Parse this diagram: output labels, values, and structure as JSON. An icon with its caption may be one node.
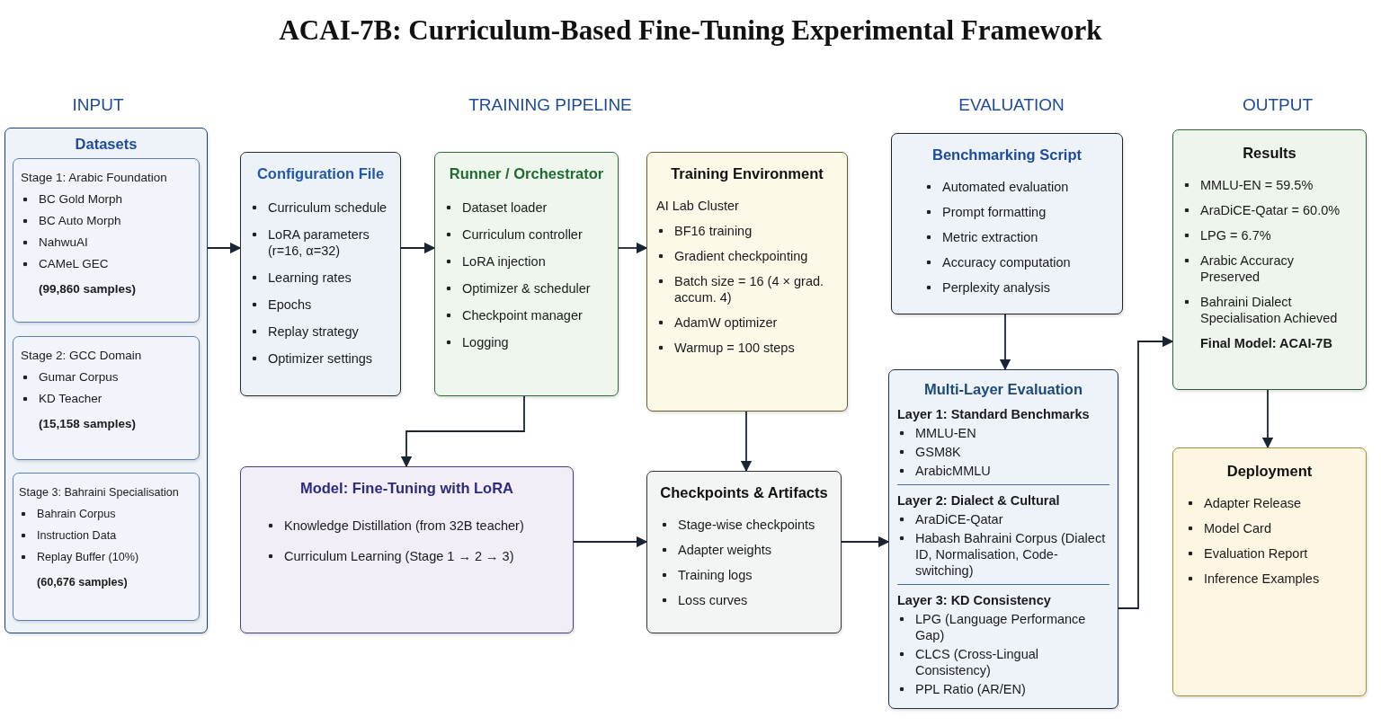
{
  "diagram": {
    "title": "ACAI-7B: Curriculum-Based Fine-Tuning Experimental Framework",
    "nodes": [
      {
        "text": [
          "Datasets"
        ]
      },
      {
        "text": [
          "Stage 1: Arabic Foundation",
          "BC Gold Morph",
          "BC Auto Morph",
          "NahwuAI",
          "CAMeL GEC",
          "(99,860 samples)"
        ],
        "in": 0
      },
      {
        "text": [
          "Stage 2: GCC Domain",
          "Gumar Corpus",
          "KD Teacher",
          "(15,158 samples)"
        ],
        "in": 0
      },
      {
        "text": [
          "Stage 3: Bahraini Specialisation",
          "Bahrain Corpus",
          "Instruction Data",
          "Replay Buffer (10%)",
          "(60,676 samples)"
        ],
        "in": 0
      },
      {
        "text": [
          "Configuration File",
          "Curriculum schedule",
          "LoRA parameters (r=16, α=32)",
          "Learning rates",
          "Epochs",
          "Replay strategy",
          "Optimizer settings"
        ]
      },
      {
        "text": [
          "Runner / Orchestrator",
          "Dataset loader",
          "Curriculum controller",
          "LoRA injection",
          "Optimizer & scheduler",
          "Checkpoint manager",
          "Logging"
        ]
      },
      {
        "text": [
          "Training Environment",
          "AI Lab Cluster",
          "BF16 training",
          "Gradient checkpointing",
          "Batch size = 16 (4 × grad. accum. 4)",
          "AdamW optimizer",
          "Warmup = 100 steps"
        ]
      },
      {
        "text": [
          "Model: Fine-Tuning with LoRA",
          "Knowledge Distillation (from 32B teacher)",
          "Curriculum Learning (Stage 1 → 2 → 3)"
        ]
      },
      {
        "text": [
          "Checkpoints & Artifacts",
          "Stage-wise checkpoints",
          "Adapter weights",
          "Training logs",
          "Loss curves"
        ]
      },
      {
        "text": [
          "Benchmarking Script",
          "Automated evaluation",
          "Prompt formatting",
          "Metric extraction",
          "Accuracy computation",
          "Perplexity analysis"
        ]
      },
      {
        "text": [
          "Multi-Layer Evaluation",
          "Layer 1: Standard Benchmarks",
          "MMLU-EN",
          "GSM8K",
          "ArabicMMLU",
          "Layer 2: Dialect & Cultural",
          "AraDiCE-Qatar",
          "Habash Bahraini Corpus (Dialect ID, Normalisation, Code-switching)",
          "Layer 3: KD Consistency",
          "LPG (Language Performance Gap)",
          "CLCS (Cross-Lingual Consistency)",
          "PPL Ratio (AR/EN)"
        ]
      },
      {
        "text": [
          "Results",
          "MMLU-EN = 59.5%",
          "AraDiCE-Qatar = 60.0%",
          "LPG = 6.7%",
          "Arabic Accuracy Preserved",
          "Bahraini Dialect Specialisation Achieved",
          "Final Model: ACAI-7B"
        ]
      },
      {
        "text": [
          "Deployment",
          "Adapter Release",
          "Model Card",
          "Evaluation Report",
          "Inference Examples"
        ]
      }
    ],
    "edges": [
      {
        "from": 0,
        "to": 4,
        "arrow": "to"
      },
      {
        "from": 4,
        "to": 5,
        "arrow": "to"
      },
      {
        "from": 5,
        "to": 6,
        "arrow": "to"
      },
      {
        "from": 5,
        "to": 7,
        "arrow": "to"
      },
      {
        "from": 6,
        "to": 8,
        "arrow": "to"
      },
      {
        "from": 7,
        "to": 8,
        "arrow": "to"
      },
      {
        "from": 9,
        "to": 10,
        "arrow": "to"
      },
      {
        "from": 8,
        "to": 10,
        "arrow": "to"
      },
      {
        "from": 10,
        "to": 11,
        "arrow": "to"
      },
      {
        "from": 11,
        "to": 12,
        "arrow": "to"
      }
    ],
    "labels": [
      "INPUT",
      "TRAINING PIPELINE",
      "EVALUATION",
      "OUTPUT"
    ]
  }
}
